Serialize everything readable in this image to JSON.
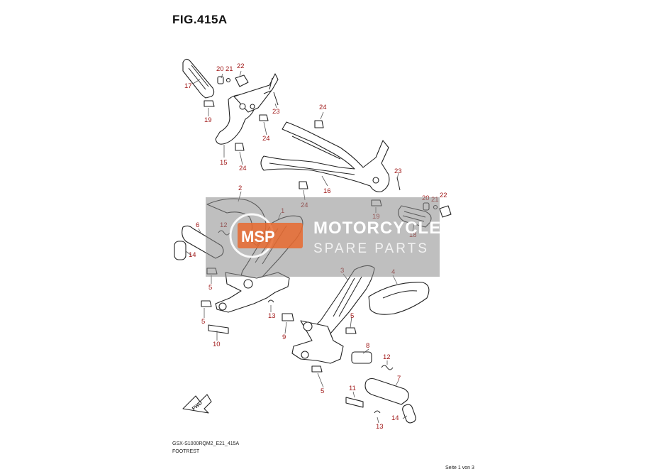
{
  "figure": {
    "title": "FIG.415A",
    "code": "GSX-S1000RQM2_E21_415A",
    "name": "FOOTREST",
    "page": "Seite 1 von 3",
    "fwd_label": "FWD"
  },
  "watermark": {
    "brand_line1": "MOTORCYCLE",
    "brand_line2": "SPARE PARTS",
    "logo_text": "MSP",
    "accent_color": "#e8692e"
  },
  "callouts": [
    "17",
    "20",
    "21",
    "22",
    "19",
    "15",
    "24",
    "23",
    "24",
    "24",
    "16",
    "23",
    "20",
    "21",
    "22",
    "19",
    "18",
    "24",
    "2",
    "1",
    "6",
    "12",
    "14",
    "5",
    "5",
    "10",
    "13",
    "9",
    "3",
    "4",
    "5",
    "8",
    "12",
    "7",
    "5",
    "11",
    "14",
    "13"
  ]
}
